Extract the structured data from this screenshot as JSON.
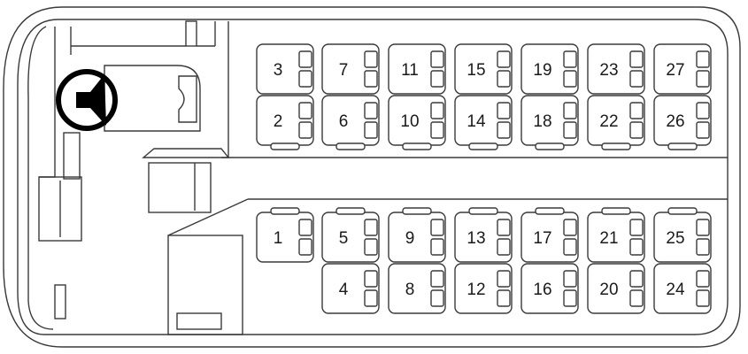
{
  "seat_layout": {
    "upper_rows": {
      "back_row": [
        "3",
        "7",
        "11",
        "15",
        "19",
        "23",
        "27"
      ],
      "front_row": [
        "2",
        "6",
        "10",
        "14",
        "18",
        "22",
        "26"
      ]
    },
    "lower_rows": {
      "front_row": [
        "1",
        "5",
        "9",
        "13",
        "17",
        "21",
        "25"
      ],
      "back_row": [
        "",
        "4",
        "8",
        "12",
        "16",
        "20",
        "24"
      ]
    }
  },
  "icons": {
    "steering_wheel": "steering-wheel-icon"
  },
  "colors": {
    "outline": "#3a3a3a",
    "background": "#ffffff",
    "wheel": "#000000"
  }
}
